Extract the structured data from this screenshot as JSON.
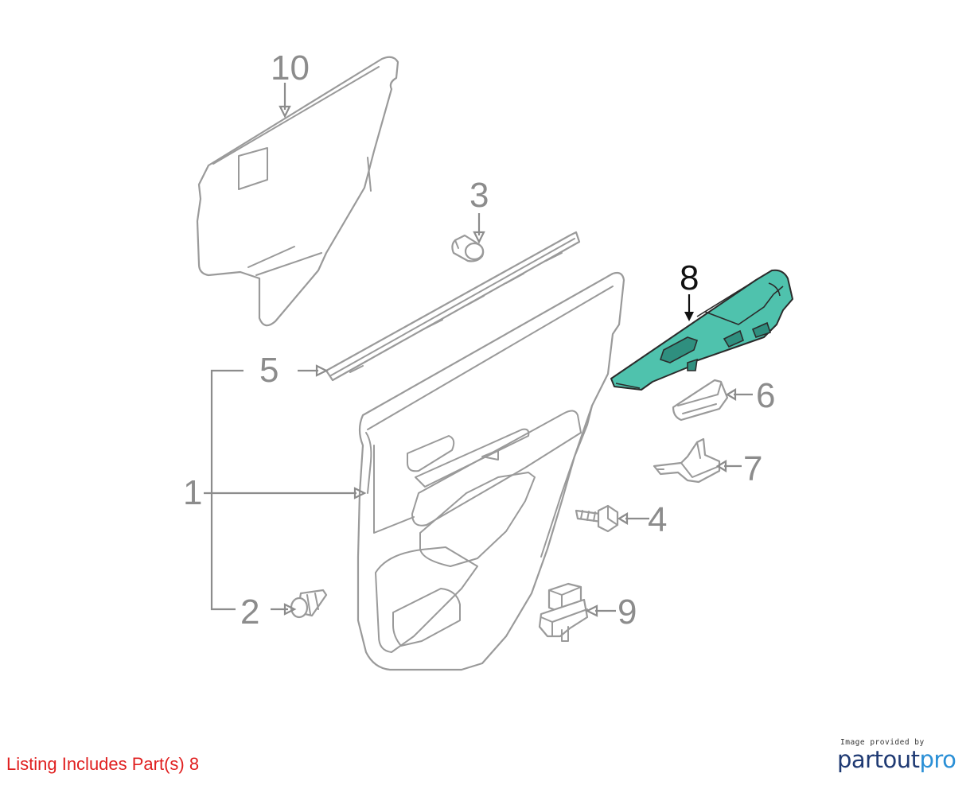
{
  "diagram": {
    "callouts": {
      "p1": "1",
      "p2": "2",
      "p3": "3",
      "p4": "4",
      "p5": "5",
      "p6": "6",
      "p7": "7",
      "p8": "8",
      "p9": "9",
      "p10": "10"
    },
    "highlighted_part": "8",
    "highlight_color": "#4fc2ad",
    "line_color": "#9a9a9a"
  },
  "footer": {
    "listing_note": "Listing Includes Part(s) 8",
    "listing_note_color": "#e02020",
    "brand_caption": "Image provided by",
    "brand_name_part1": "partout",
    "brand_name_part2": "pro"
  }
}
